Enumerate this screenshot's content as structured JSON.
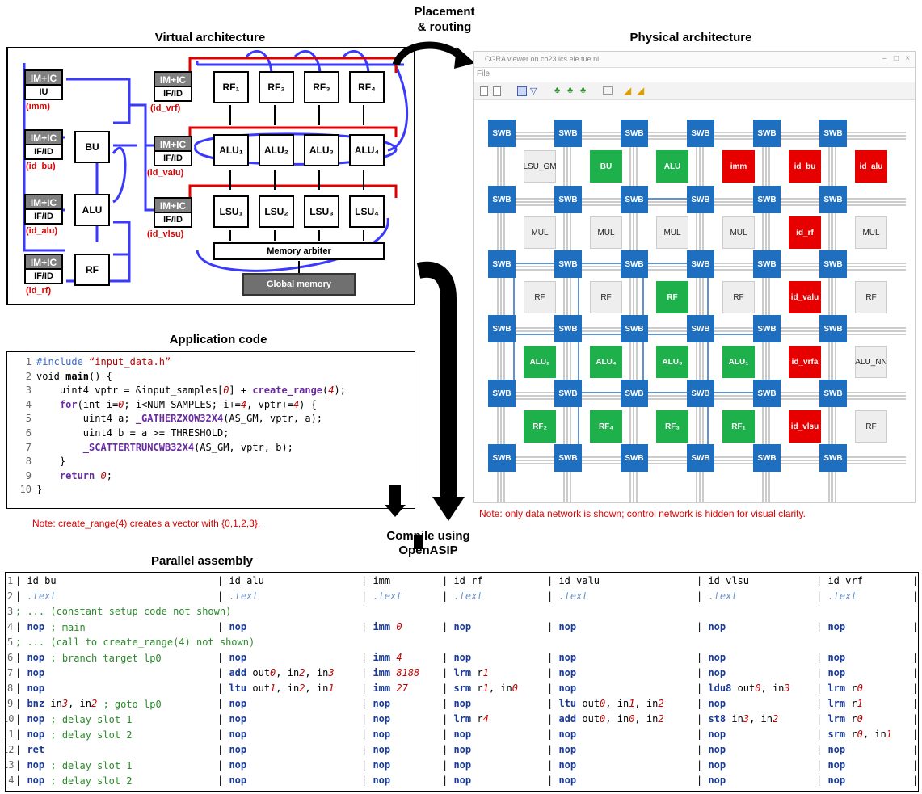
{
  "titles": {
    "virtual": "Virtual architecture",
    "physical": "Physical architecture",
    "placement1": "Placement",
    "placement2": "& routing",
    "app": "Application code",
    "asm": "Parallel assembly",
    "compile1": "Compile using",
    "compile2": "OpenASIP"
  },
  "virtual": {
    "left_modules": [
      {
        "top": "IM+IC",
        "bot": "IU",
        "label": "(imm)"
      },
      {
        "top": "IM+IC",
        "bot": "IF/ID",
        "label": "(id_bu)"
      },
      {
        "top": "IM+IC",
        "bot": "IF/ID",
        "label": "(id_alu)"
      },
      {
        "top": "IM+IC",
        "bot": "IF/ID",
        "label": "(id_rf)"
      }
    ],
    "mid_modules": [
      {
        "top": "IM+IC",
        "bot": "IF/ID",
        "label": "(id_vrf)"
      },
      {
        "top": "IM+IC",
        "bot": "IF/ID",
        "label": "(id_valu)"
      },
      {
        "top": "IM+IC",
        "bot": "IF/ID",
        "label": "(id_vlsu)"
      }
    ],
    "units": {
      "bu": "BU",
      "alu": "ALU",
      "rf": "RF"
    },
    "rf": [
      "RF₁",
      "RF₂",
      "RF₃",
      "RF₄"
    ],
    "alu": [
      "ALU₁",
      "ALU₂",
      "ALU₃",
      "ALU₄"
    ],
    "lsu": [
      "LSU₁",
      "LSU₂",
      "LSU₃",
      "LSU₄"
    ],
    "arbiter": "Memory arbiter",
    "memory": "Global memory"
  },
  "viewer": {
    "title": "CGRA viewer on co23.ics.ele.tue.nl",
    "menu": "File",
    "swb": "SWB",
    "rows": [
      [
        {
          "t": "LSU_GM",
          "c": "gr"
        },
        {
          "t": "BU",
          "c": "gn"
        },
        {
          "t": "ALU",
          "c": "gn"
        },
        {
          "t": "imm",
          "c": "rd"
        },
        {
          "t": "id_bu",
          "c": "rd"
        },
        {
          "t": "id_alu",
          "c": "rd"
        }
      ],
      [
        {
          "t": "MUL",
          "c": "gr"
        },
        {
          "t": "MUL",
          "c": "gr"
        },
        {
          "t": "MUL",
          "c": "gr"
        },
        {
          "t": "MUL",
          "c": "gr"
        },
        {
          "t": "id_rf",
          "c": "rd"
        },
        {
          "t": "MUL",
          "c": "gr"
        }
      ],
      [
        {
          "t": "RF",
          "c": "gr"
        },
        {
          "t": "RF",
          "c": "gr"
        },
        {
          "t": "RF",
          "c": "gn"
        },
        {
          "t": "RF",
          "c": "gr"
        },
        {
          "t": "id_valu",
          "c": "rd"
        },
        {
          "t": "RF",
          "c": "gr"
        }
      ],
      [
        {
          "t": "ALU₂",
          "c": "gn"
        },
        {
          "t": "ALU₄",
          "c": "gn"
        },
        {
          "t": "ALU₃",
          "c": "gn"
        },
        {
          "t": "ALU₁",
          "c": "gn"
        },
        {
          "t": "id_vrfa",
          "c": "rd"
        },
        {
          "t": "ALU_NN",
          "c": "gr"
        }
      ],
      [
        {
          "t": "RF₂",
          "c": "gn"
        },
        {
          "t": "RF₄",
          "c": "gn"
        },
        {
          "t": "RF₃",
          "c": "gn"
        },
        {
          "t": "RF₁",
          "c": "gn"
        },
        {
          "t": "id_vlsu",
          "c": "rd"
        },
        {
          "t": "RF",
          "c": "gr"
        }
      ]
    ]
  },
  "notes": {
    "physical": "Note: only data network is shown; control network is hidden for visual clarity.",
    "range": "Note: create_range(4) creates a vector with {0,1,2,3}."
  },
  "colors": {
    "red": "#e60000",
    "green": "#1eb04a",
    "blue": "#1e6fc0",
    "gray": "#808080",
    "wire_blue": "#3a3aff"
  }
}
